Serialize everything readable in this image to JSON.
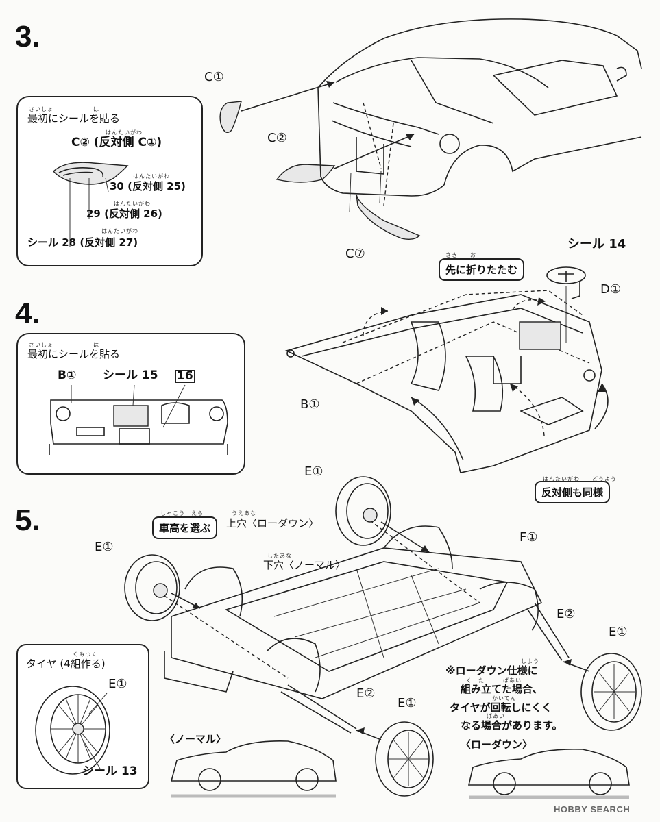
{
  "step3": {
    "number": "3.",
    "part_c1": "C①",
    "part_c2": "C②",
    "part_c7": "C⑦",
    "inset": {
      "title_ruby_1": "さいしょ",
      "title_ruby_2": "は",
      "title": "最初にシールを貼る",
      "c2_line": "C② (反対側 C①)",
      "ruby_hantaigawa": "はんたいがわ",
      "line_30": "30 (反対側 25)",
      "line_29": "29 (反対側 26)",
      "line_28": "シール 28 (反対側 27)"
    }
  },
  "step4": {
    "number": "4.",
    "seal_14": "シール 14",
    "part_d1": "D①",
    "part_b1": "B①",
    "fold_ruby": "さき　　お",
    "fold_note": "先に折りたたむ",
    "same_ruby": "はんたいがわ　　どうよう",
    "same_note": "反対側も同様",
    "inset": {
      "title_ruby_1": "さいしょ",
      "title_ruby_2": "は",
      "title": "最初にシールを貼る",
      "b1": "B①",
      "seal_15": "シール 15",
      "seal_16": "16"
    }
  },
  "step5": {
    "number": "5.",
    "ride_ruby": "しゃこう　えら",
    "ride_height": "車高を選ぶ",
    "upper_ruby": "うえあな",
    "upper_hole": "上穴〈ローダウン〉",
    "lower_ruby": "したあな",
    "lower_hole": "下穴〈ノーマル〉",
    "part_e1": "E①",
    "part_e2": "E②",
    "part_f1": "F①",
    "tire_ruby": "くみつく",
    "tire_note": "タイヤ (4組作る)",
    "tire_e1": "E①",
    "seal_13": "シール 13",
    "note_ruby_1": "しよう",
    "note_line_1": "※ローダウン仕様に",
    "note_ruby_2": "く　た　　　ばあい",
    "note_line_2": "組み立てた場合、",
    "note_ruby_3": "かいてん",
    "note_line_3": "タイヤが回転しにくく",
    "note_ruby_4": "ばあい",
    "note_line_4": "なる場合があります。",
    "normal_label": "〈ノーマル〉",
    "lowdown_label": "〈ローダウン〉"
  },
  "watermark": "HOBBY SEARCH",
  "icons": [
    "arrow-icon",
    "car-body",
    "chassis-frame",
    "wheel-icon",
    "dashboard-icon",
    "steering-wheel-icon"
  ]
}
